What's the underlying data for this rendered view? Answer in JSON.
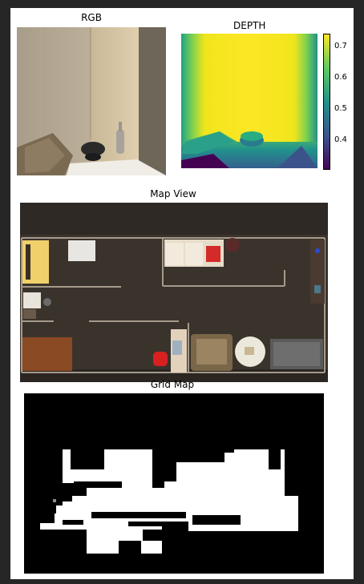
{
  "window": {
    "background": "#262626"
  },
  "figure": {
    "background": "#ffffff",
    "rgb": {
      "title": "RGB"
    },
    "depth": {
      "title": "DEPTH",
      "colormap": "viridis"
    },
    "colorbar": {
      "ticks": [
        "0.7",
        "0.6",
        "0.5",
        "0.4"
      ]
    },
    "map": {
      "title": "Map View"
    },
    "grid": {
      "title": "Grid Map"
    }
  }
}
